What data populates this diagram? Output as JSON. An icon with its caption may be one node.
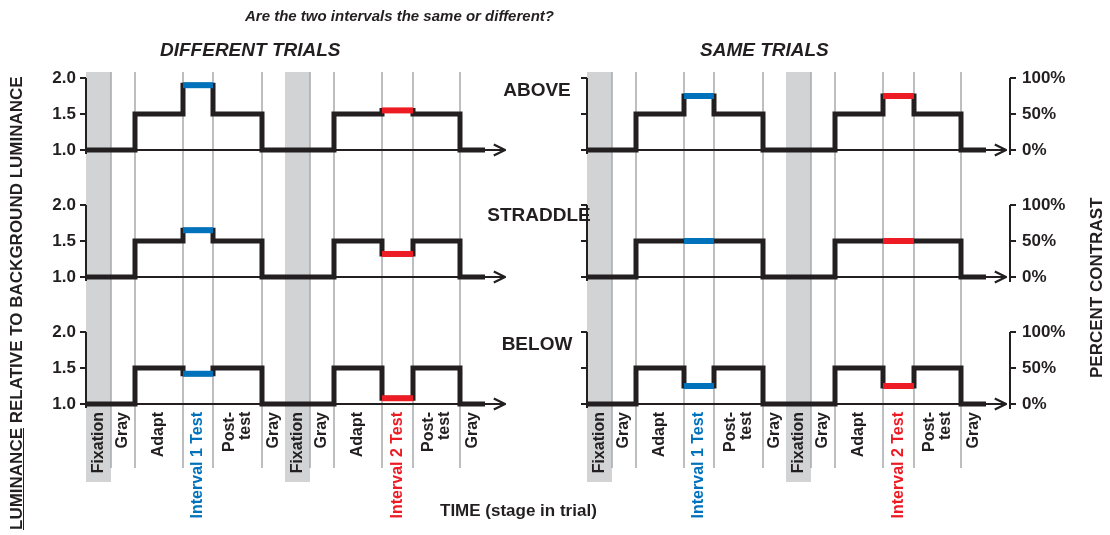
{
  "diagram": {
    "title": "Are the two intervals the same or different?",
    "labels": [
      "DIFFERENT TRIALS",
      "SAME TRIALS",
      "LUMINANCE RELATIVE TO BACKGROUND LUMINANCE",
      "PERCENT CONTRAST",
      "2.0",
      "1.5",
      "1.0",
      "ABOVE",
      "100%",
      "50%",
      "0%",
      "2.0",
      "1.5",
      "1.0",
      "STRADDLE",
      "100%",
      "50%",
      "0%",
      "2.0",
      "1.5",
      "1.0",
      "BELOW",
      "100%",
      "50%",
      "0%",
      "Fixation",
      "Gray",
      "Adapt",
      "Interval 1 Test",
      "Post-test",
      "Gray",
      "Fixation",
      "Gray",
      "Adapt",
      "Interval 2 Test",
      "Post-test",
      "Gray",
      "Fixation",
      "Gray",
      "Adapt",
      "Interval 1 Test",
      "Post-test",
      "Gray",
      "Fixation",
      "Gray",
      "Adapt",
      "Interval 2 Test",
      "Post-test",
      "Gray",
      "TIME (stage in trial)"
    ]
  }
}
